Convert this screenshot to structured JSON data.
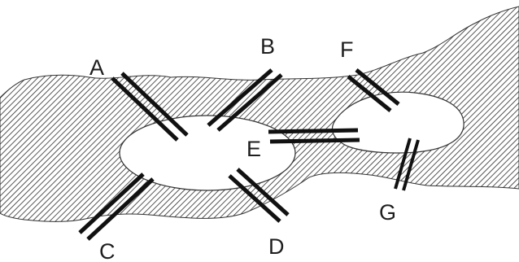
{
  "labels": {
    "A": "A",
    "B": "B",
    "C": "C",
    "D": "D",
    "E": "E",
    "F": "F",
    "G": "G"
  },
  "colors": {
    "ink": "#111111",
    "hatch": "#2a2a2a",
    "background": "#ffffff"
  }
}
